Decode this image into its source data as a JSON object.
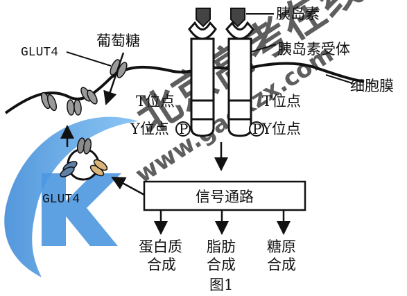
{
  "diagram": {
    "labels": {
      "insulin": "胰岛素",
      "insulin_receptor": "胰岛素受体",
      "cell_membrane": "细胞膜",
      "glucose": "葡萄糖",
      "glut4_top": "GLUT4",
      "glut4_bottom": "GLUT4",
      "t_site_left": "T位点",
      "t_site_right": "T位点",
      "y_site_left": "Y位点",
      "y_site_right": "Y位点",
      "phospho_left": "P",
      "phospho_right": "P",
      "signal_pathway": "信号通路",
      "outputs": [
        {
          "line1": "蛋白质",
          "line2": "合成"
        },
        {
          "line1": "脂肪",
          "line2": "合成"
        },
        {
          "line1": "糖原",
          "line2": "合成"
        }
      ],
      "figure_caption": "图1"
    },
    "watermark": {
      "text_main": "北京高考在线",
      "text_url": "www.gaokzx.com",
      "color": "#3c8fe0"
    }
  }
}
